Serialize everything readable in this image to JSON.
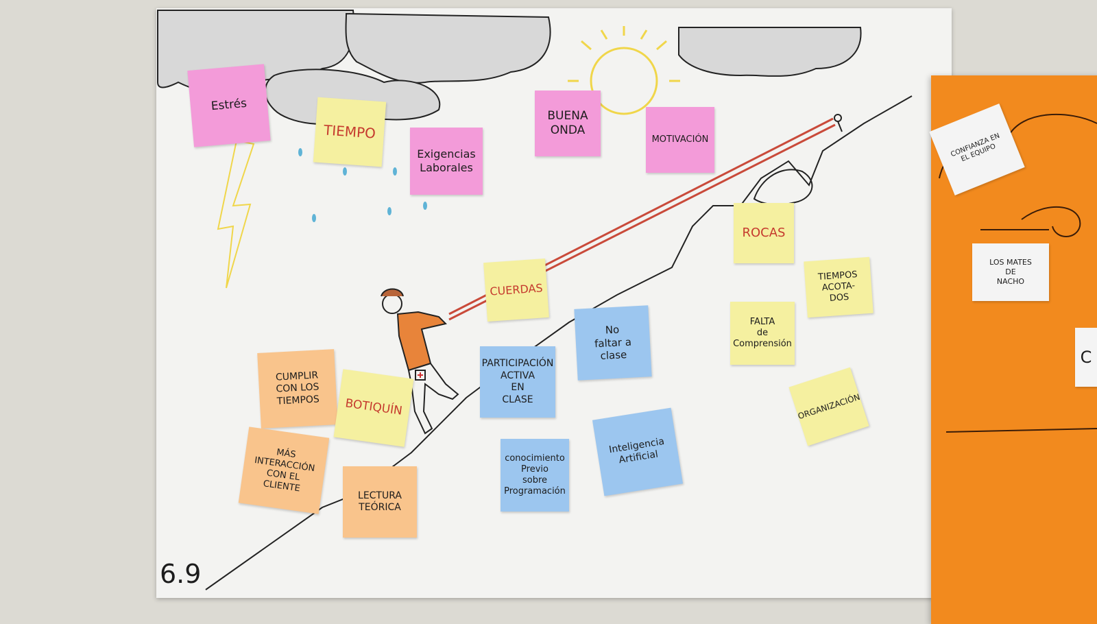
{
  "poster": {
    "label": "6.9"
  },
  "notes": {
    "estres": "Estrés",
    "tiempo": "TIEMPO",
    "exigencias": "Exigencias\nLaborales",
    "buena_onda": "BUENA\nONDA",
    "motivacion": "MOTIVACIÓN",
    "cuerdas": "CUERDAS",
    "rocas": "ROCAS",
    "tiempos_acotados": "TIEMPOS\nACOTA-\nDOS",
    "falta_comprension": "FALTA\nde\nComprensión",
    "no_faltar": "No\nfaltar a\nclase",
    "participacion": "PARTICIPACIÓN\nACTIVA\nEN\nCLASE",
    "cumplir": "CUMPLIR\nCON LOS\nTIEMPOS",
    "botiquin": "BOTIQUÍN",
    "mas_interaccion": "MÁS\nINTERACCIÓN\nCON EL\nCLIENTE",
    "lectura": "LECTURA\nTEÓRICA",
    "conocimiento": "conocimiento\nPrevio\nsobre\nProgramación",
    "ia": "Inteligencia\nArtificial",
    "organizacion": "ORGANIZACIÓN"
  },
  "orange_poster": {
    "confianza": "CONFIANZA EN\nEL EQUIPO",
    "mates": "LOS MATES\nDE\nNACHO",
    "partial": "C"
  },
  "colors": {
    "wall": "#dcdad3",
    "paper": "#f3f3f1",
    "pink_note": "#f39bd9",
    "yellow_note": "#f5f0a0",
    "orange_note": "#f9c48c",
    "blue_note": "#9cc6ef",
    "rope": "#c94a3a",
    "sun": "#f0d64a",
    "orange_poster": "#f28a1e"
  },
  "icons": [
    "storm-clouds",
    "sun-icon",
    "lightning-bolt",
    "rain-drops",
    "mountain",
    "climber-figure",
    "rope"
  ]
}
